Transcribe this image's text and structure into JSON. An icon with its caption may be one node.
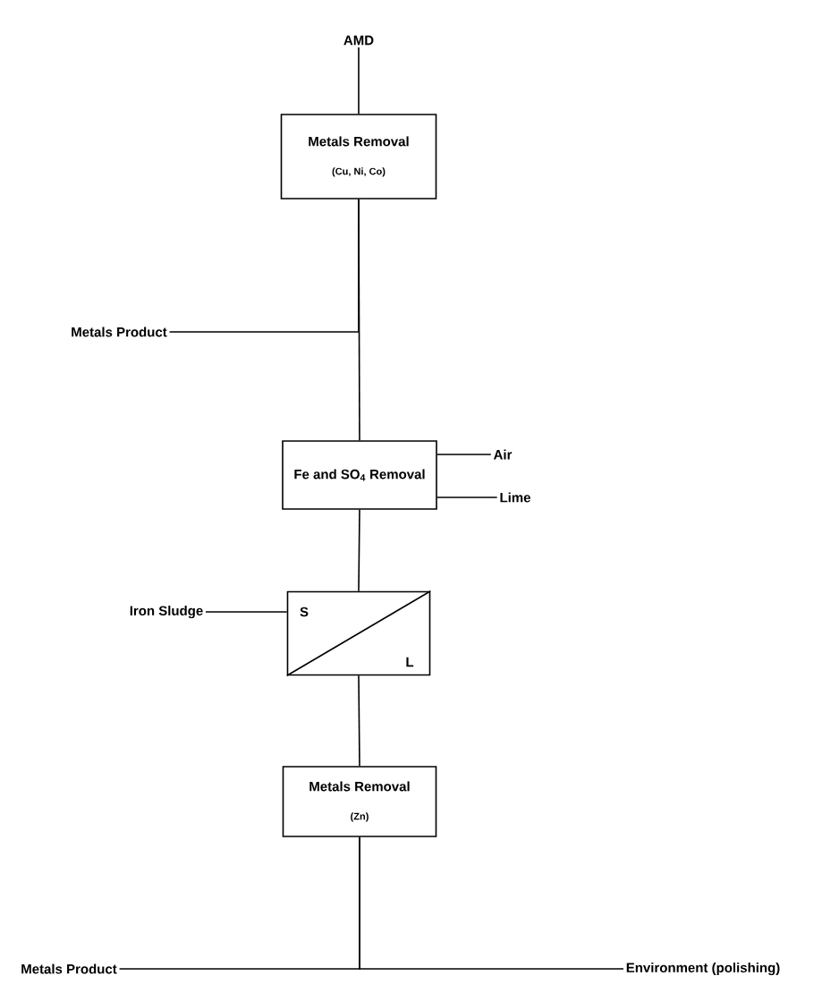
{
  "diagram": {
    "nodes": [
      {
        "text": [
          "AMD"
        ]
      },
      {
        "text": [
          "Metals Removal",
          "(Cu, Ni, Co)"
        ]
      },
      {
        "text": [
          "Metals Product"
        ]
      },
      {
        "text": [
          "Fe and SO$_{4}$ Removal"
        ]
      },
      {
        "text": [
          "Air"
        ]
      },
      {
        "text": [
          "Lime"
        ]
      },
      {
        "text": [
          "S",
          "L"
        ]
      },
      {
        "text": [
          "Iron Sludge"
        ]
      },
      {
        "text": [
          "Metals Removal",
          "(Zn)"
        ]
      },
      {
        "text": [
          "Metals Product"
        ]
      },
      {
        "text": [
          "Environment (polishing)"
        ]
      }
    ],
    "edges": [
      {
        "from": 0,
        "to": 1,
        "arrow": "none"
      },
      {
        "from": 1,
        "to": 2,
        "arrow": "none"
      },
      {
        "from": 1,
        "to": 3,
        "arrow": "none"
      },
      {
        "from": 4,
        "to": 3,
        "arrow": "none"
      },
      {
        "from": 5,
        "to": 3,
        "arrow": "none"
      },
      {
        "from": 3,
        "to": 6,
        "arrow": "none"
      },
      {
        "from": 6,
        "to": 7,
        "arrow": "none"
      },
      {
        "from": 6,
        "to": 8,
        "arrow": "none"
      },
      {
        "from": 8,
        "to": 9,
        "arrow": "none"
      },
      {
        "from": 8,
        "to": 10,
        "arrow": "none"
      }
    ]
  }
}
